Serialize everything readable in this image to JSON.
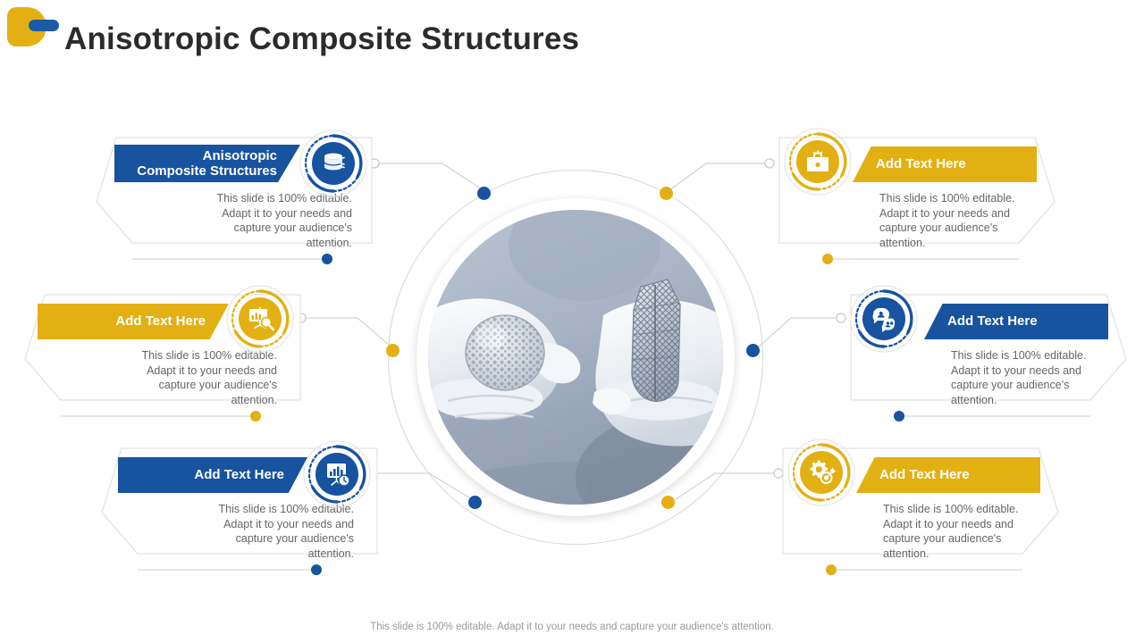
{
  "header": {
    "title": "Anisotropic Composite Structures",
    "logo_colors": {
      "blob": "#E3B013",
      "pill": "#1C5AA8"
    }
  },
  "theme": {
    "blue": "#17539F",
    "blue_dark": "#0F4A92",
    "yellow": "#E3B013",
    "text_gray": "#666666",
    "outline_gray": "#d8d8d8"
  },
  "center": {
    "image_alt": "gloved hands holding metal lattice composite samples",
    "icon": "composite-lattice-photo"
  },
  "cards": [
    {
      "id": "top-left",
      "side": "left",
      "color": "blue",
      "title": "Anisotropic\nComposite Structures",
      "body": "This slide is 100% editable. Adapt it to your needs and capture your audience's attention.",
      "icon": "layers-material-icon"
    },
    {
      "id": "mid-left",
      "side": "left",
      "color": "yellow",
      "title": "Add Text Here",
      "body": "This slide is 100% editable. Adapt it to your needs and capture your audience's attention.",
      "icon": "chart-search-icon"
    },
    {
      "id": "bottom-left",
      "side": "left",
      "color": "blue",
      "title": "Add Text Here",
      "body": "This slide is 100% editable. Adapt it to your needs and capture your audience's attention.",
      "icon": "bar-chart-clock-icon"
    },
    {
      "id": "top-right",
      "side": "right",
      "color": "yellow",
      "title": "Add Text Here",
      "body": "This slide is 100% editable. Adapt it to your needs and capture your audience's attention.",
      "icon": "briefcase-icon"
    },
    {
      "id": "mid-right",
      "side": "right",
      "color": "blue",
      "title": "Add Text Here",
      "body": "This slide is 100% editable. Adapt it to your needs and capture your audience's attention.",
      "icon": "team-bubbles-icon"
    },
    {
      "id": "bottom-right",
      "side": "right",
      "color": "yellow",
      "title": "Add Text Here",
      "body": "This slide is 100% editable. Adapt it to your needs and capture your audience's attention.",
      "icon": "gear-target-icon"
    }
  ],
  "footer": {
    "note": "This slide is 100% editable. Adapt it to your needs and capture your audience's attention."
  }
}
